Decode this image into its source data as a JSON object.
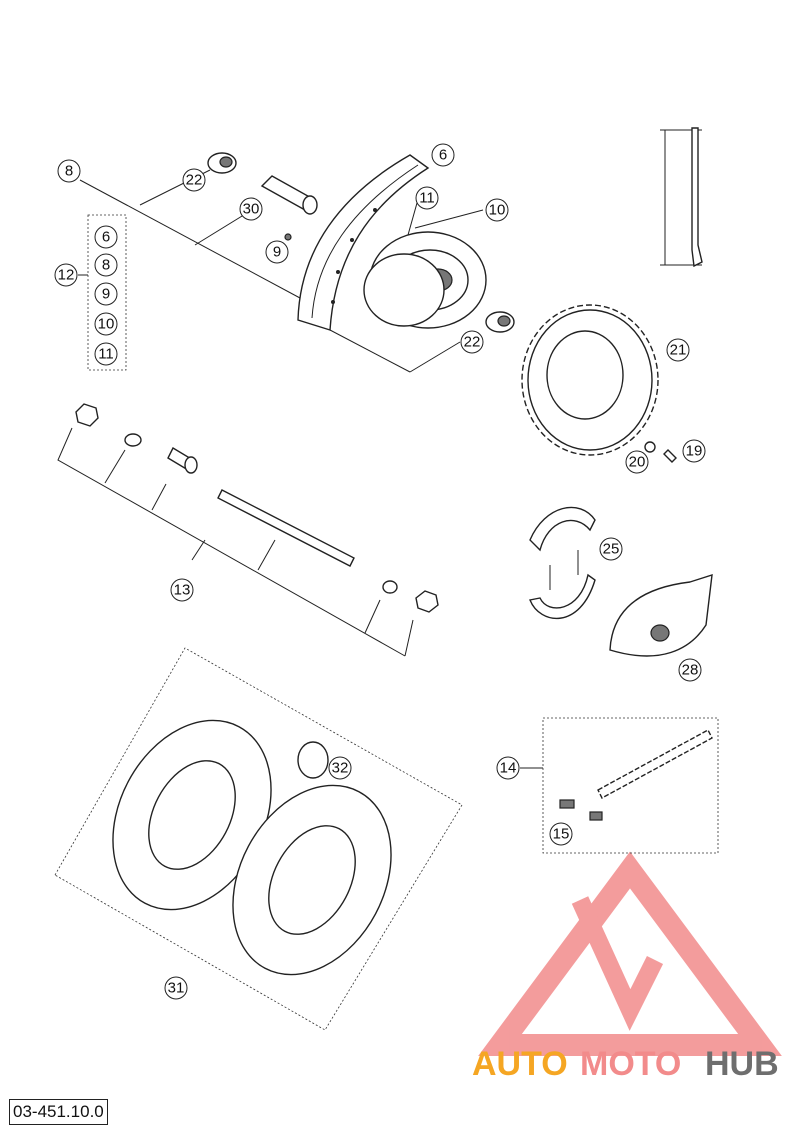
{
  "callouts": {
    "c6": "6",
    "c8": "8",
    "c22a": "22",
    "c30": "30",
    "c9": "9",
    "c11": "11",
    "c10": "10",
    "c22b": "22",
    "c21": "21",
    "c20": "20",
    "c19": "19",
    "c12": "12",
    "g6": "6",
    "g8": "8",
    "g9": "9",
    "g10": "10",
    "g11": "11",
    "c13": "13",
    "c25": "25",
    "c28": "28",
    "c32": "32",
    "c14": "14",
    "c15": "15",
    "c31": "31"
  },
  "doc_ref": "03-451.10.0",
  "watermark": {
    "part1": "AUTO",
    "part2": "MOTO",
    "part3": "HUB",
    "color_orange": "#f5a623",
    "color_red": "#f28b8b",
    "color_gray": "#6e6e6e"
  }
}
